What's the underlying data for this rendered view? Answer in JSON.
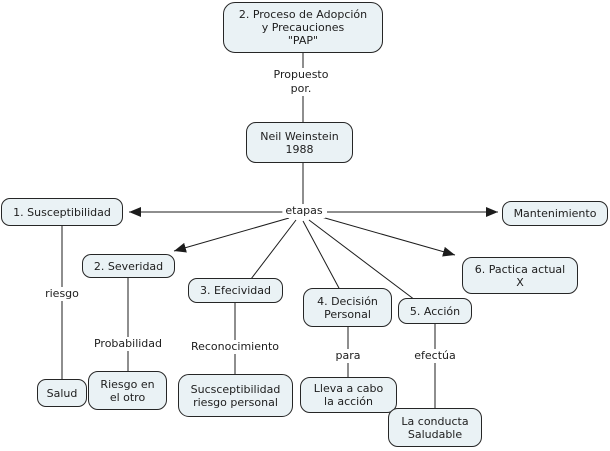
{
  "diagram": {
    "type": "concept-map",
    "language": "es",
    "nodes": {
      "pap": {
        "label": "2. Proceso de Adopción\ny Precauciones\n\"PAP\""
      },
      "neil": {
        "label": "Neil Weinstein\n1988"
      },
      "susceptibilidad": {
        "label": "1. Susceptibilidad"
      },
      "mantenimiento": {
        "label": "Mantenimiento"
      },
      "severidad": {
        "label": "2. Severidad"
      },
      "efecividad": {
        "label": "3. Efecividad"
      },
      "decision": {
        "label": "4. Decisión\nPersonal"
      },
      "accion": {
        "label": "5. Acción"
      },
      "practica": {
        "label": "6. Pactica actual\nX"
      },
      "salud": {
        "label": "Salud"
      },
      "riesgo_otro": {
        "label": "Riesgo en\nel otro"
      },
      "sucsceptibilidad": {
        "label": "Sucsceptibilidad\nriesgo personal"
      },
      "lleva": {
        "label": "Lleva a cabo\nla acción"
      },
      "conducta": {
        "label": "La conducta\nSaludable"
      }
    },
    "labels": {
      "propuesto": "Propuesto\npor.",
      "etapas": "etapas",
      "riesgo": "riesgo",
      "probabilidad": "Probabilidad",
      "reconocimiento": "Reconocimiento",
      "para": "para",
      "efectua": "efectúa"
    },
    "colors": {
      "node_fill": "#eaf2f5",
      "node_border": "#262626",
      "line_color": "#1c1c1c",
      "text_color": "#1d1d1d",
      "canvas_bg": "#ffffff"
    }
  }
}
